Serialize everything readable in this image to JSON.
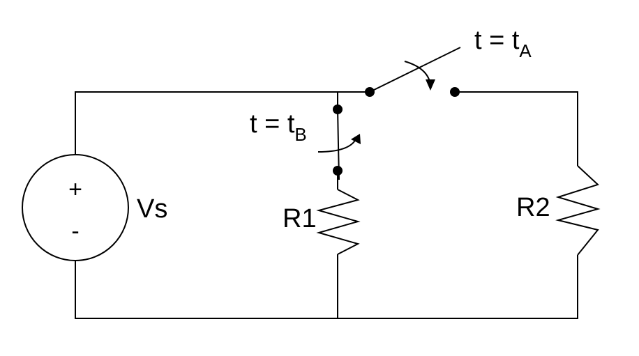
{
  "source": {
    "label": "Vs",
    "plus": "+",
    "minus": "-"
  },
  "resistors": {
    "r1": "R1",
    "r2": "R2"
  },
  "switch_a": {
    "label_main": "t = t",
    "label_sub": "A"
  },
  "switch_b": {
    "label_main": "t = t",
    "label_sub": "B"
  },
  "colors": {
    "line": "#000000",
    "background": "#ffffff"
  }
}
